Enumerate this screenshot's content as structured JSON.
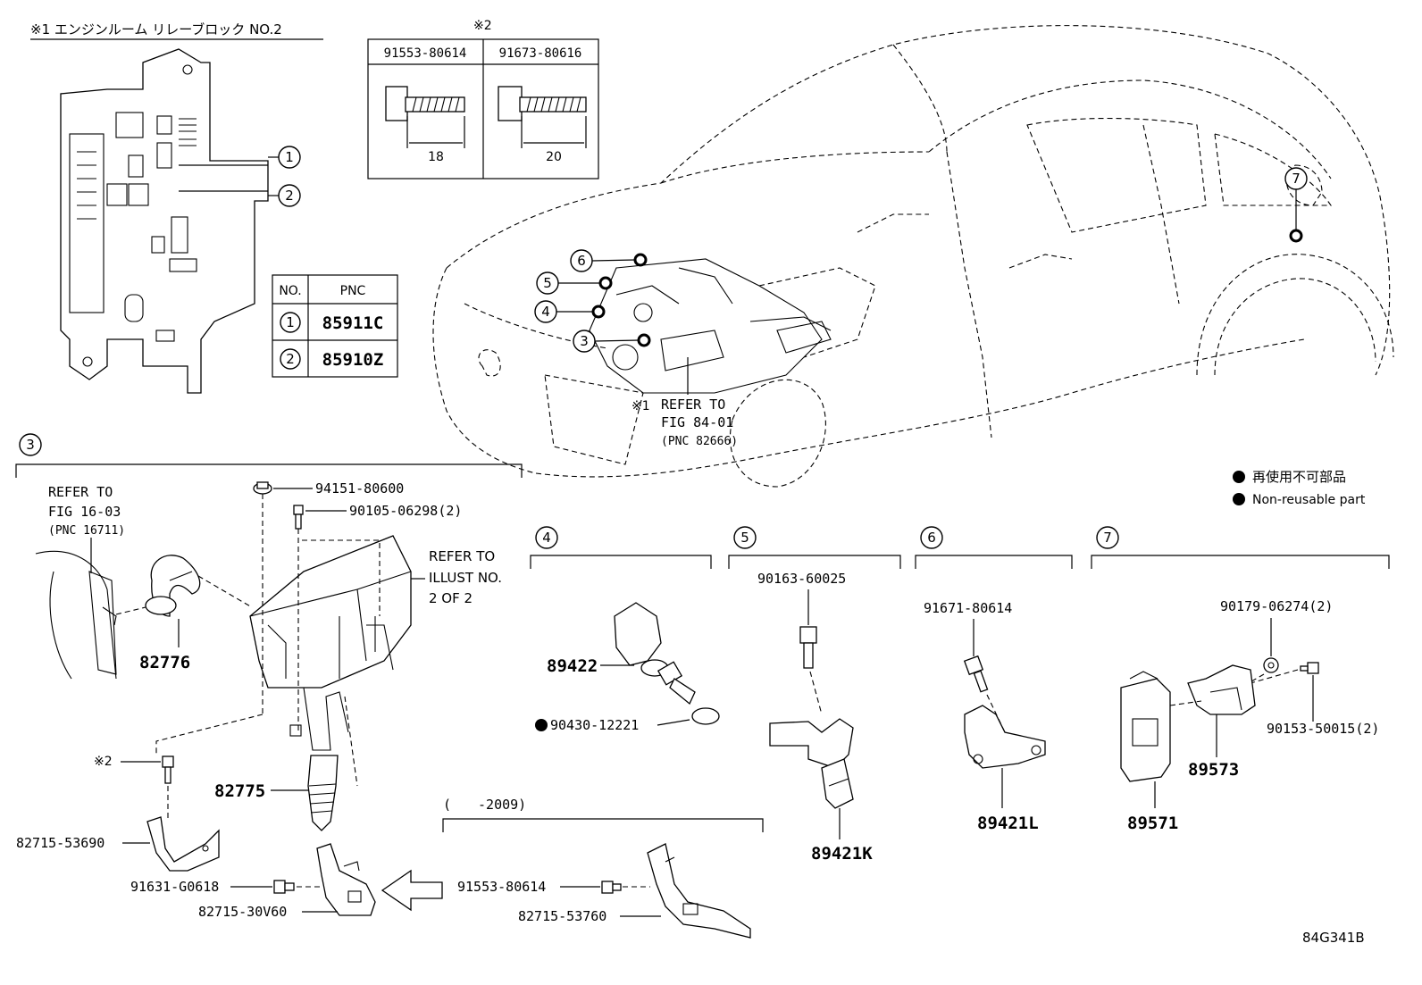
{
  "relay_block": {
    "title": "※1 エンジンルーム リレーブロック NO.2",
    "table_headers": [
      "NO.",
      "PNC"
    ],
    "rows": [
      {
        "no": "1",
        "pnc": "85911C"
      },
      {
        "no": "2",
        "pnc": "85910Z"
      }
    ]
  },
  "bolt_table": {
    "title": "※2",
    "columns": [
      {
        "part": "91553-80614",
        "length": "18"
      },
      {
        "part": "91673-80616",
        "length": "20"
      }
    ]
  },
  "vehicle": {
    "callouts": [
      "6",
      "5",
      "4",
      "3",
      "7"
    ],
    "refer_mark": "※1",
    "refer_line1": "REFER TO",
    "refer_line2": "FIG 84-01",
    "refer_line3": "(PNC 82666)"
  },
  "legend": {
    "ja": "再使用不可部品",
    "en": "Non-reusable part"
  },
  "section3": {
    "callout": "3",
    "refer_left_1": "REFER TO",
    "refer_left_2": "FIG 16-03",
    "refer_left_3": "(PNC 16711)",
    "refer_right_1": "REFER TO",
    "refer_right_2": "ILLUST NO.",
    "refer_right_3": "2 OF 2",
    "parts": {
      "p94151": "94151-80600",
      "p90105": "90105-06298(2)",
      "p82776": "82776",
      "p82775": "82775",
      "mark2": "※2",
      "p82715_53690": "82715-53690",
      "p91631": "91631-G0618",
      "p82715_30V60": "82715-30V60"
    },
    "sub_period": "(　　-2009)",
    "sub_parts": {
      "p91553": "91553-80614",
      "p82715_53760": "82715-53760"
    }
  },
  "section4": {
    "callout": "4",
    "p89422": "89422",
    "p90430": "90430-12221"
  },
  "section5": {
    "callout": "5",
    "p90163": "90163-60025",
    "p89421K": "89421K"
  },
  "section6": {
    "callout": "6",
    "p91671": "91671-80614",
    "p89421L": "89421L"
  },
  "section7": {
    "callout": "7",
    "p90179": "90179-06274(2)",
    "p90153": "90153-50015(2)",
    "p89573": "89573",
    "p89571": "89571"
  },
  "footer": {
    "code": "84G341B"
  }
}
